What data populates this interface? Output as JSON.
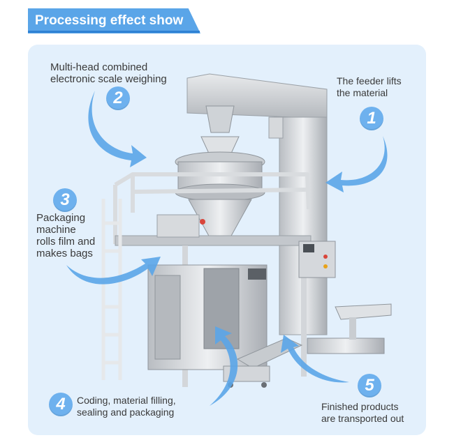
{
  "header": {
    "title": "Processing effect show"
  },
  "steps": [
    {
      "number": "1",
      "text": "The feeder lifts\nthe material"
    },
    {
      "number": "2",
      "text": "Multi-head combined\nelectronic scale weighing"
    },
    {
      "number": "3",
      "text": "Packaging\nmachine\nrolls film and\nmakes bags"
    },
    {
      "number": "4",
      "text": "Coding, material filling,\nsealing and packaging"
    },
    {
      "number": "5",
      "text": "Finished products\nare transported out"
    }
  ],
  "colors": {
    "accent": "#5aa5e8",
    "accent_dark": "#2f82d4",
    "panel": "#e3f0fc",
    "arrow": "#5aa5e8"
  }
}
